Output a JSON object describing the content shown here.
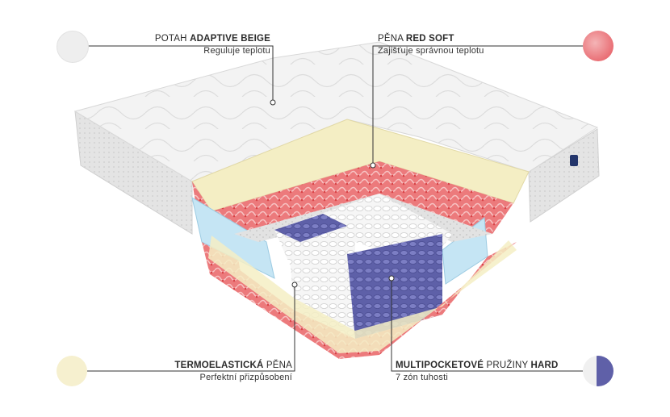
{
  "layers": [
    {
      "id": "cover",
      "title_parts": [
        {
          "text": "POTAH ",
          "bold": false
        },
        {
          "text": "ADAPTIVE BEIGE",
          "bold": true
        }
      ],
      "subtitle": "Reguluje teplotu",
      "swatch_color": "#eeeeee"
    },
    {
      "id": "red-foam",
      "title_parts": [
        {
          "text": "PĚNA ",
          "bold": false
        },
        {
          "text": "RED SOFT",
          "bold": true
        }
      ],
      "subtitle": "Zajišťuje správnou teplotu",
      "swatch_color": "#e5535b"
    },
    {
      "id": "thermo-foam",
      "title_parts": [
        {
          "text": "TERMOELASTICKÁ",
          "bold": true
        },
        {
          "text": " PĚNA",
          "bold": false
        }
      ],
      "subtitle": "Perfektní přizpůsobení",
      "swatch_color": "#f6f0cf"
    },
    {
      "id": "springs",
      "title_parts": [
        {
          "text": "MULTIPOCKETOVÉ",
          "bold": true
        },
        {
          "text": " PRUŽINY ",
          "bold": false
        },
        {
          "text": "HARD",
          "bold": true
        }
      ],
      "subtitle": "7 zón tuhosti",
      "swatch_color": "#5f60a8"
    }
  ],
  "colors": {
    "cover": "#f3f3f3",
    "side_fabric": "#e6e6e6",
    "yellow_foam": "#f4eec4",
    "red_foam": "#e65a5e",
    "blue_foam": "#bfe2f2",
    "spring_white": "#f7f7f7",
    "spring_purple": "#6b6db5",
    "line": "#333333"
  }
}
